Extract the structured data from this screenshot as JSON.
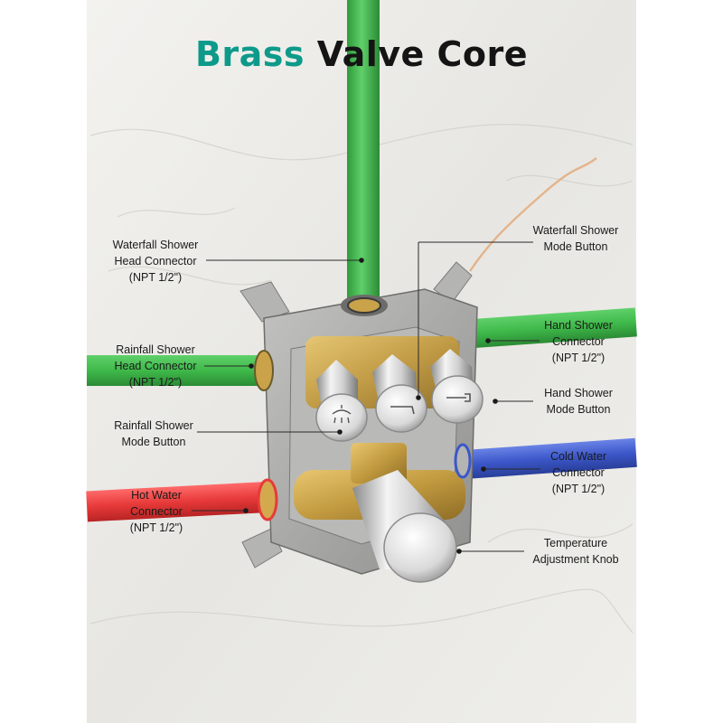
{
  "title": {
    "word1": "Brass",
    "word2": "Valve Core"
  },
  "colors": {
    "title_accent": "#0e9a8a",
    "green_pipe": "#3fb94a",
    "red_pipe": "#e83a3a",
    "blue_pipe": "#3b57c9",
    "box_gray": "#a7a7a5",
    "brass": "#c9a24a"
  },
  "labels": {
    "waterfall_connector": {
      "line1": "Waterfall Shower",
      "line2": "Head Connector",
      "line3": "(NPT 1/2\")"
    },
    "waterfall_button": {
      "line1": "Waterfall Shower",
      "line2": "Mode Button"
    },
    "rainfall_connector": {
      "line1": "Rainfall Shower",
      "line2": "Head Connector",
      "line3": "(NPT 1/2\")"
    },
    "hand_connector": {
      "line1": "Hand Shower",
      "line2": "Connector",
      "line3": "(NPT 1/2\")"
    },
    "hand_button": {
      "line1": "Hand Shower",
      "line2": "Mode Button"
    },
    "rainfall_button": {
      "line1": "Rainfall Shower",
      "line2": "Mode Button"
    },
    "cold_connector": {
      "line1": "Cold Water",
      "line2": "Connector",
      "line3": "(NPT 1/2\")"
    },
    "hot_connector": {
      "line1": "Hot Water",
      "line2": "Connector",
      "line3": "(NPT 1/2\")"
    },
    "temp_knob": {
      "line1": "Temperature",
      "line2": "Adjustment Knob"
    }
  },
  "icons": [
    "rainfall-icon",
    "waterfall-icon",
    "hand-shower-icon"
  ]
}
